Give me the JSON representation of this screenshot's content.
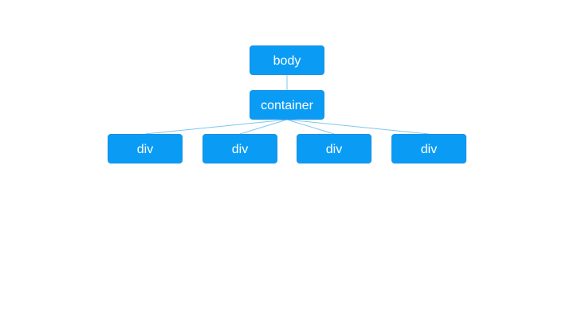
{
  "diagram": {
    "nodes": {
      "root": "body",
      "container": "container",
      "children": [
        "div",
        "div",
        "div",
        "div"
      ]
    },
    "edges": [
      [
        "root",
        "container"
      ],
      [
        "container",
        "child-1"
      ],
      [
        "container",
        "child-2"
      ],
      [
        "container",
        "child-3"
      ],
      [
        "container",
        "child-4"
      ]
    ],
    "colors": {
      "node_fill": "#0a9cf5",
      "node_text": "#ffffff",
      "edge": "#7ec6ef"
    }
  }
}
